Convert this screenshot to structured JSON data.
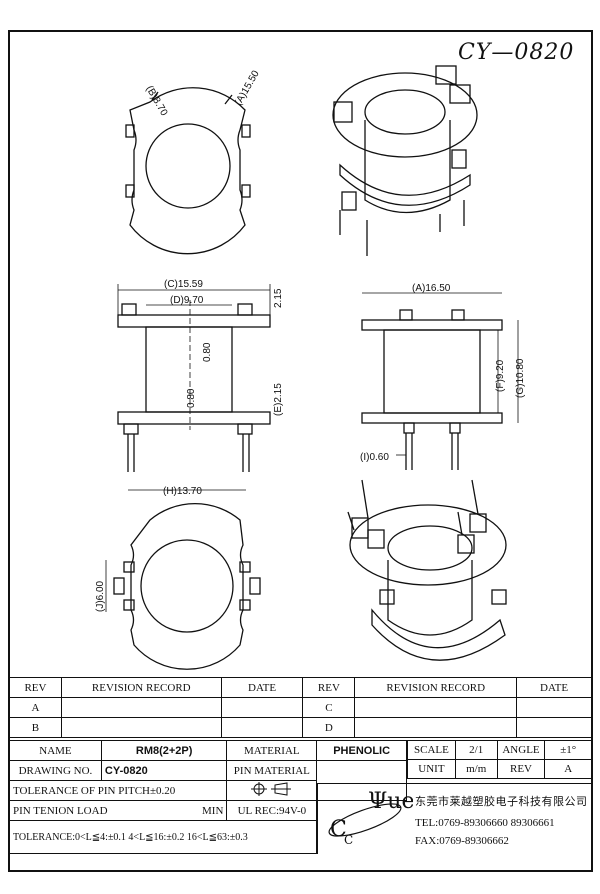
{
  "drawing_no_title": "CY—0820",
  "dims": {
    "a1": "(A)15.50",
    "b": "(B)8.70",
    "c": "(C)15.59",
    "d": "(D)9.70",
    "t1": "2.15",
    "e": "(E)2.15",
    "w1": "0.80",
    "w2": "0.80",
    "a2": "(A)16.50",
    "f": "(F)9.20",
    "g": "(G)10.80",
    "i": "(I)0.60",
    "h": "(H)13.70",
    "j": "(J)6.00"
  },
  "revision": {
    "headers": [
      "REV",
      "REVISION RECORD",
      "DATE",
      "REV",
      "REVISION RECORD",
      "DATE"
    ],
    "rows": [
      [
        "A",
        "",
        "",
        "C",
        "",
        ""
      ],
      [
        "B",
        "",
        "",
        "D",
        "",
        ""
      ]
    ]
  },
  "info": {
    "name_label": "NAME",
    "name_value": "RM8(2+2P)",
    "material_label": "MATERIAL",
    "material_value": "PHENOLIC",
    "drawing_label": "DRAWING NO.",
    "drawing_value": "CY-0820",
    "pin_material_label": "PIN MATERIAL",
    "pin_pitch": "TOLERANCE OF PIN PITCH±0.20",
    "pin_load": "PIN TENION LOAD",
    "pin_load_unit": "MIN",
    "ul": "UL REC:94V-0",
    "tolerance": "TOLERANCE:0<L≦4:±0.1  4<L≦16:±0.2  16<L≦63:±0.3"
  },
  "scale": {
    "scale_label": "SCALE",
    "scale_value": "2/1",
    "angle_label": "ANGLE",
    "angle_value": "±1°",
    "unit_label": "UNIT",
    "unit_value": "m/m",
    "rev_label": "REV",
    "rev_value": "A"
  },
  "company": {
    "logo_text": "Ψue",
    "logo_c": "C",
    "logo_c2": "C",
    "name_cn": "东莞市莱越塑胶电子科技有限公司",
    "tel": "TEL:0769-89306660 89306661",
    "fax": "FAX:0769-89306662"
  }
}
